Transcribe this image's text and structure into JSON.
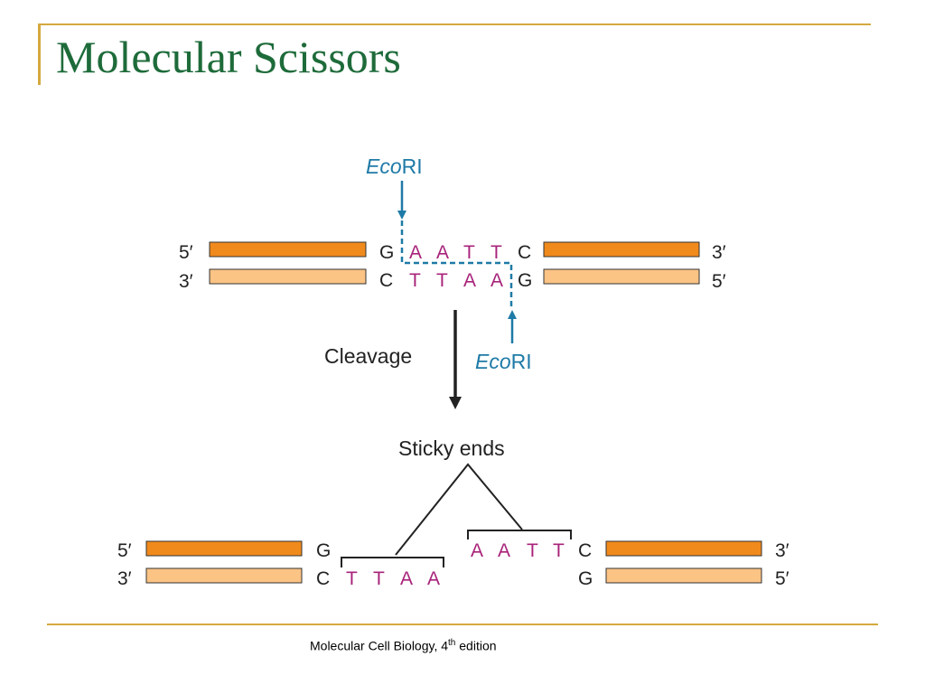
{
  "slide": {
    "title": "Molecular Scissors"
  },
  "footer": {
    "caption_prefix": "Molecular Cell Biology, 4",
    "caption_sup": "th",
    "caption_suffix": " edition"
  },
  "diagram": {
    "enzyme": {
      "italic": "Eco",
      "roman": "RI"
    },
    "cleavage_label": "Cleavage",
    "sticky_ends_label": "Sticky ends",
    "ends": {
      "five": "5′",
      "three": "3′"
    },
    "top_strand": {
      "left_base": "G",
      "site": [
        "A",
        "A",
        "T",
        "T"
      ],
      "right_base": "C"
    },
    "bottom_strand": {
      "left_base": "C",
      "site": [
        "T",
        "T",
        "A",
        "A"
      ],
      "right_base": "G"
    },
    "colors": {
      "dark_strand": "#f08a1c",
      "light_strand": "#fbc384",
      "recognition_site": "#a8237a",
      "enzyme": "#1e7aa6",
      "line": "#222222"
    }
  }
}
